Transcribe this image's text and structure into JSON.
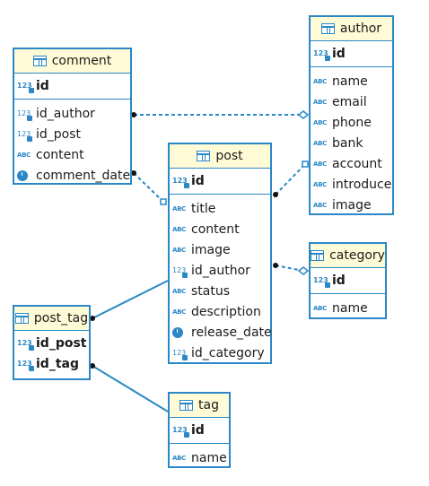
{
  "entities": {
    "comment": {
      "name": "comment",
      "pk": [
        {
          "name": "id",
          "type": "number-key-icon"
        }
      ],
      "columns": [
        {
          "name": "id_author",
          "type": "number-fk-icon"
        },
        {
          "name": "id_post",
          "type": "number-fk-icon"
        },
        {
          "name": "content",
          "type": "text-icon"
        },
        {
          "name": "comment_date",
          "type": "datetime-icon"
        }
      ]
    },
    "author": {
      "name": "author",
      "pk": [
        {
          "name": "id",
          "type": "number-key-icon"
        }
      ],
      "columns": [
        {
          "name": "name",
          "type": "text-icon"
        },
        {
          "name": "email",
          "type": "text-icon"
        },
        {
          "name": "phone",
          "type": "text-icon"
        },
        {
          "name": "bank",
          "type": "text-icon"
        },
        {
          "name": "account",
          "type": "text-icon"
        },
        {
          "name": "introduce",
          "type": "text-icon"
        },
        {
          "name": "image",
          "type": "text-icon"
        }
      ]
    },
    "post": {
      "name": "post",
      "pk": [
        {
          "name": "id",
          "type": "number-key-icon"
        }
      ],
      "columns": [
        {
          "name": "title",
          "type": "text-icon"
        },
        {
          "name": "content",
          "type": "text-icon"
        },
        {
          "name": "image",
          "type": "text-icon"
        },
        {
          "name": "id_author",
          "type": "number-fk-icon"
        },
        {
          "name": "status",
          "type": "text-icon"
        },
        {
          "name": "description",
          "type": "text-icon"
        },
        {
          "name": "release_date",
          "type": "datetime-icon"
        },
        {
          "name": "id_category",
          "type": "number-fk-icon"
        }
      ]
    },
    "category": {
      "name": "category",
      "pk": [
        {
          "name": "id",
          "type": "number-key-icon"
        }
      ],
      "columns": [
        {
          "name": "name",
          "type": "text-icon"
        }
      ]
    },
    "post_tag": {
      "name": "post_tag",
      "pk": [
        {
          "name": "id_post",
          "type": "number-key-icon"
        },
        {
          "name": "id_tag",
          "type": "number-key-icon"
        }
      ],
      "columns": []
    },
    "tag": {
      "name": "tag",
      "pk": [
        {
          "name": "id",
          "type": "number-key-icon"
        }
      ],
      "columns": [
        {
          "name": "name",
          "type": "text-icon"
        }
      ]
    }
  },
  "relationships": [
    {
      "from": "comment",
      "to": "author",
      "style": "dashed"
    },
    {
      "from": "comment",
      "to": "post",
      "style": "dashed"
    },
    {
      "from": "post",
      "to": "author",
      "style": "dashed"
    },
    {
      "from": "post",
      "to": "category",
      "style": "dashed"
    },
    {
      "from": "post_tag",
      "to": "post",
      "style": "solid"
    },
    {
      "from": "post_tag",
      "to": "tag",
      "style": "solid"
    }
  ],
  "colors": {
    "border": "#2a88c6",
    "header_bg": "#fffbd6"
  }
}
